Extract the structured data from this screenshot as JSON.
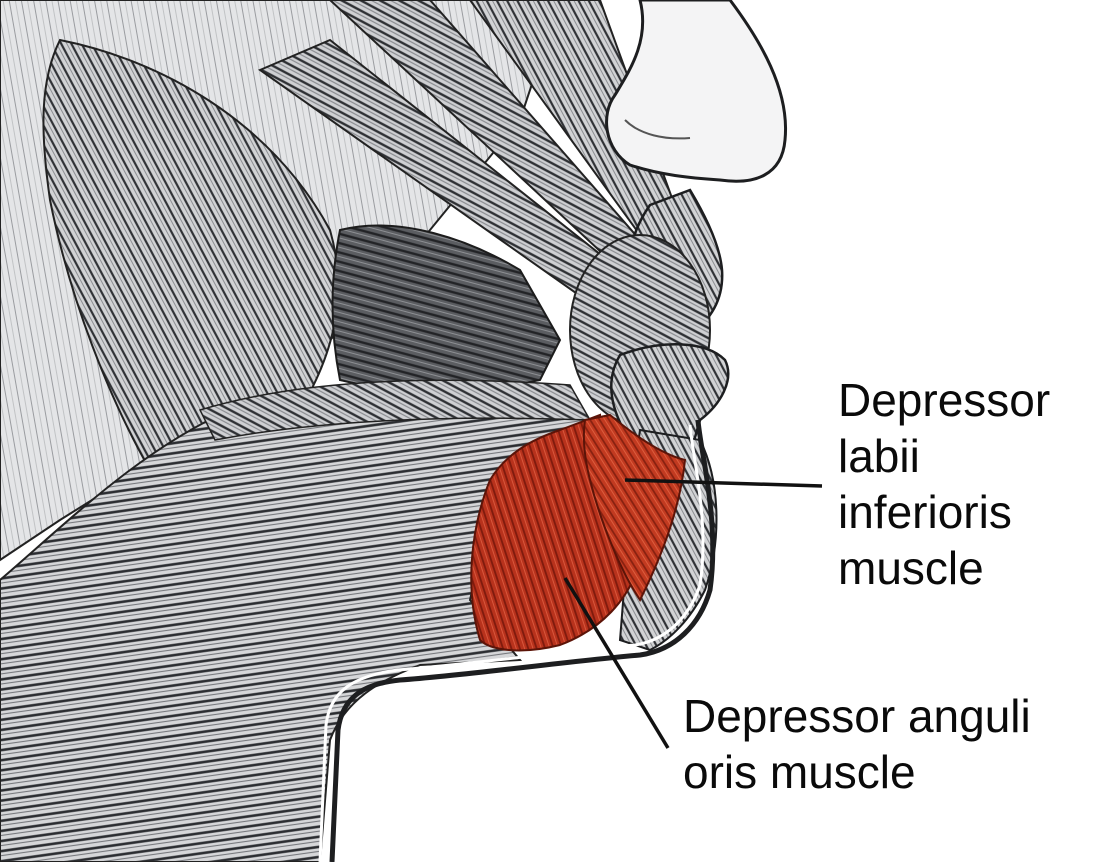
{
  "labels": {
    "depressor_labii_inferioris": {
      "lines": [
        "Depressor",
        "labii",
        "inferioris",
        "muscle"
      ]
    },
    "depressor_anguli_oris": {
      "lines": [
        "Depressor anguli",
        "oris muscle"
      ]
    }
  },
  "colors": {
    "highlight_muscle": "#b8321c",
    "highlight_dark": "#7e1a0d",
    "muscle_fiber_dark": "#2e3034",
    "muscle_fiber_light": "#d9dadc",
    "skin_outline": "#1d1e20",
    "background": "#ffffff",
    "leader_line": "#111111"
  },
  "illustration": {
    "subject": "lateral view of lower face and neck muscles",
    "highlighted_structures": [
      "depressor anguli oris",
      "depressor labii inferioris"
    ]
  }
}
